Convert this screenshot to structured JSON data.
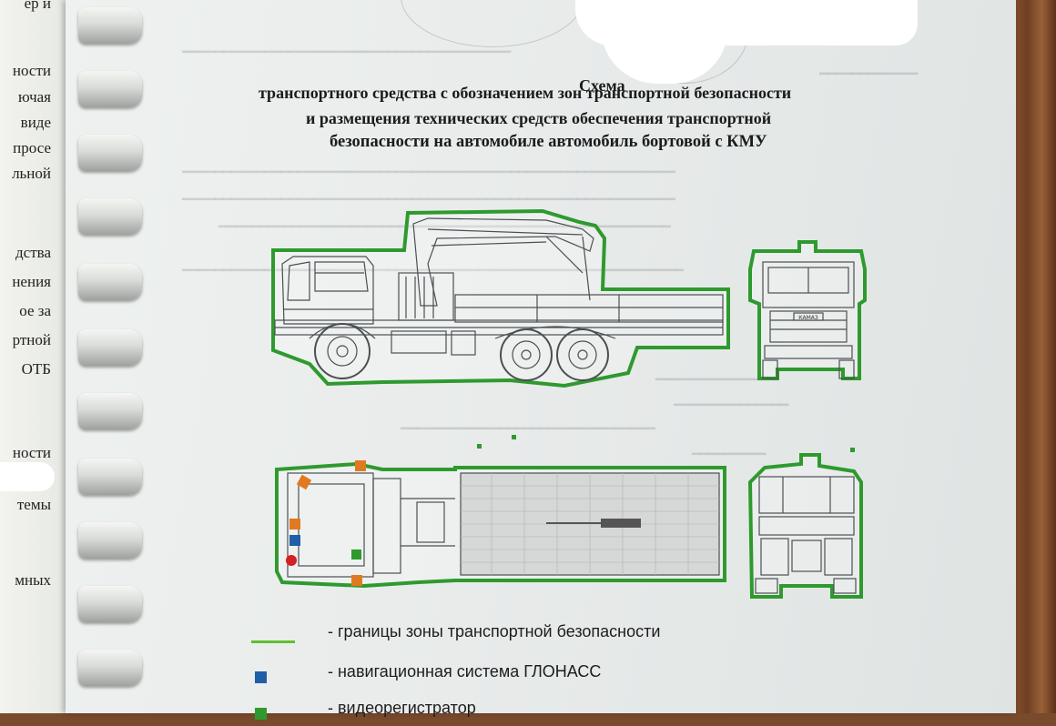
{
  "document": {
    "title_lines": [
      "Схема",
      "транспортного средства с обозначением зон транспортной безопасности",
      "и размещения технических средств обеспечения транспортной",
      "безопасности на автомобиле автомобиль бортовой с КМУ"
    ],
    "left_page_fragments": [
      "ер и",
      "ности",
      "ючая",
      "виде",
      "просе",
      "льной",
      "дства",
      "нения",
      "ое за",
      "ртной",
      "ОТБ",
      "ности",
      "темы",
      "мных"
    ],
    "truck_brand_badge": "КАМАЗ",
    "legend": [
      {
        "text": "- границы зоны транспортной безопасности",
        "marker": "green-line",
        "color": "#2e9a2e"
      },
      {
        "text": "- навигационная система ГЛОНАСС",
        "marker": "blue-square",
        "color": "#1f5fa8"
      },
      {
        "text": "- видеорегистратор",
        "marker": "green-square",
        "color": "#2e9a2e"
      }
    ],
    "colors": {
      "zone_border": "#2e9a2e",
      "glonass": "#1f5fa8",
      "camera_orange": "#e07a1f",
      "alarm_red": "#d42020"
    }
  }
}
